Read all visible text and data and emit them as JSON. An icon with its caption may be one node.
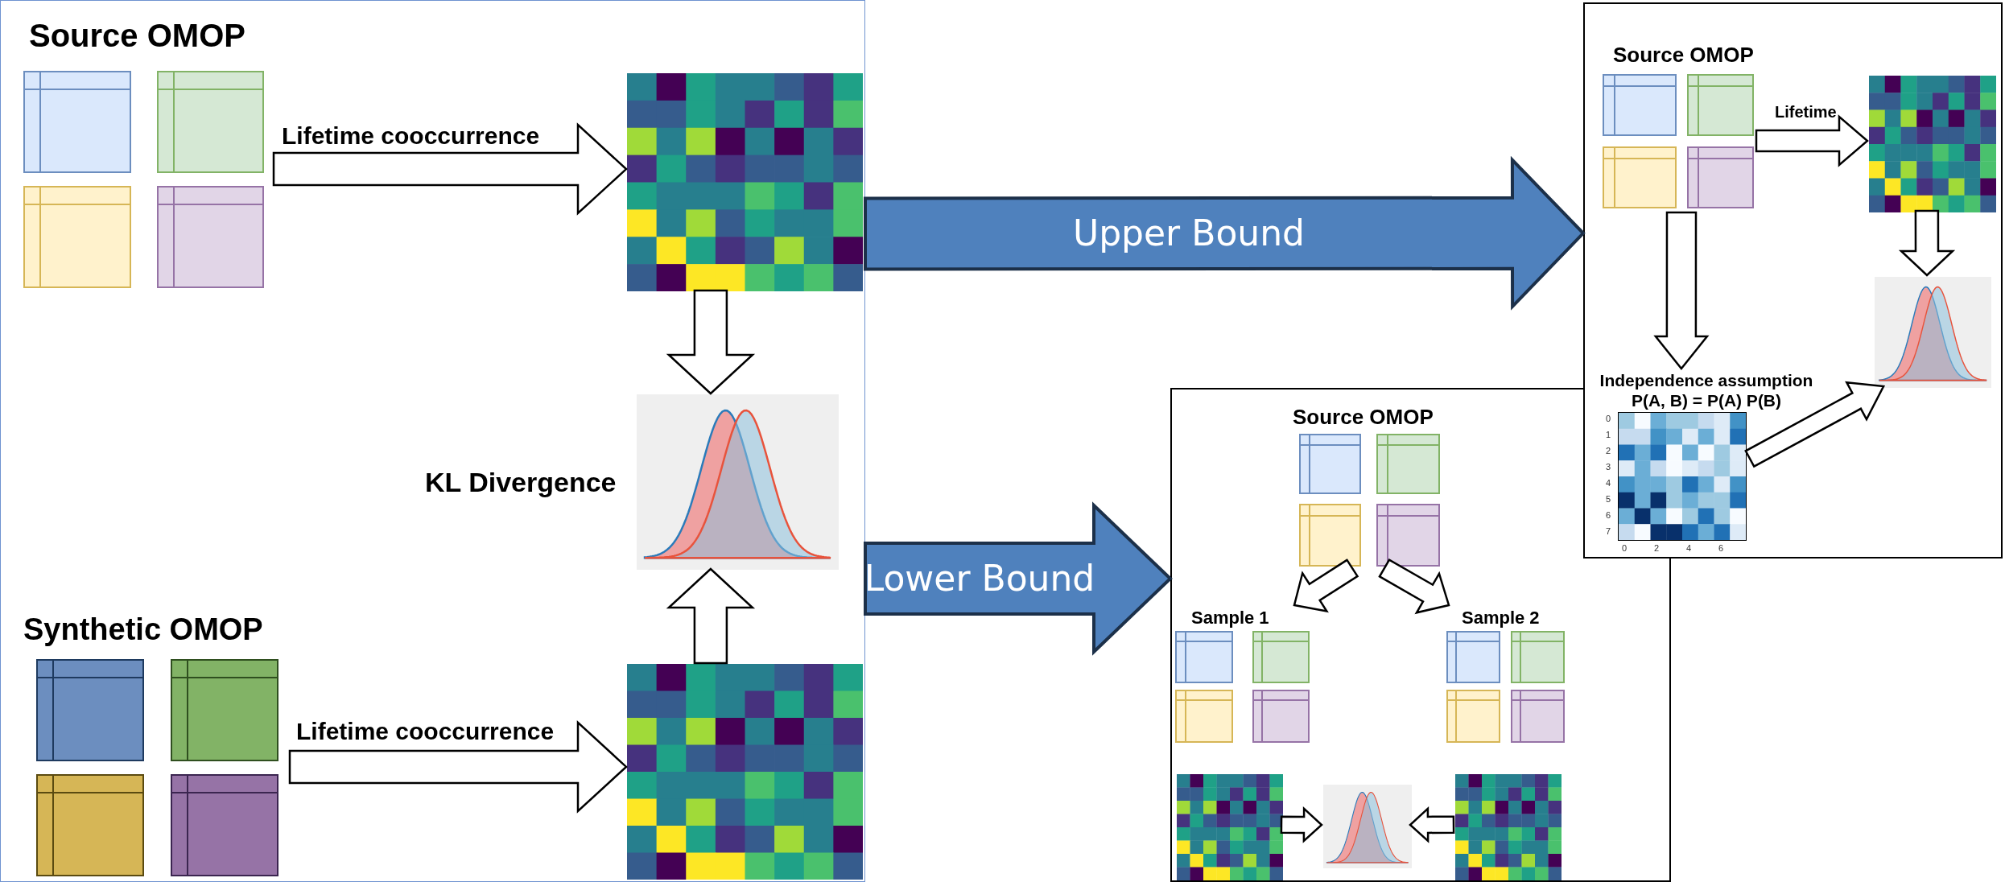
{
  "diagram": {
    "nodes": [
      {
        "text": [],
        "shape": "box"
      },
      {
        "text": [
          "Source OMOP"
        ],
        "in": 0
      },
      {
        "text": [],
        "shape": "picture",
        "in": 0
      },
      {
        "text": [],
        "shape": "picture",
        "in": 0,
        "beside": [
          "KL Divergence"
        ]
      },
      {
        "text": [
          "Synthetic OMOP"
        ],
        "in": 0
      },
      {
        "text": [],
        "shape": "picture",
        "in": 0
      },
      {
        "text": [],
        "shape": "box"
      },
      {
        "text": [
          "Source OMOP"
        ],
        "in": 6
      },
      {
        "text": [],
        "shape": "picture",
        "in": 6
      },
      {
        "text": [],
        "shape": "picture",
        "in": 6
      },
      {
        "text": [
          "Independence assumption",
          "P(A, B) = P(A) P(B)"
        ],
        "in": 6
      },
      {
        "text": [],
        "shape": "picture",
        "in": 6,
        "beside": [
          "0",
          "1",
          "2",
          "3",
          "4",
          "5",
          "6",
          "7",
          "0",
          "2",
          "4",
          "6"
        ]
      },
      {
        "text": [],
        "shape": "box"
      },
      {
        "text": [
          "Source OMOP"
        ],
        "in": 12
      },
      {
        "text": [
          "Sample 1"
        ],
        "in": 12
      },
      {
        "text": [
          "Sample 2"
        ],
        "in": 12
      },
      {
        "text": [],
        "shape": "picture",
        "in": 12
      },
      {
        "text": [],
        "shape": "picture",
        "in": 12
      },
      {
        "text": [],
        "shape": "picture",
        "in": 12
      }
    ],
    "edges": [
      {
        "from": 1,
        "to": 2,
        "arrow": "to",
        "label": "Lifetime cooccurrence"
      },
      {
        "from": 2,
        "to": 3,
        "arrow": "to"
      },
      {
        "from": 5,
        "to": 3,
        "arrow": "to"
      },
      {
        "from": 4,
        "to": 5,
        "arrow": "to",
        "label": "Lifetime cooccurrence"
      },
      {
        "from": 0,
        "to": 6,
        "arrow": "to",
        "label": "Upper Bound",
        "style": "thick",
        "color": "#4f81bd"
      },
      {
        "from": 0,
        "to": 12,
        "arrow": "to",
        "label": "Lower Bound",
        "style": "thick",
        "color": "#4f81bd"
      },
      {
        "from": 7,
        "to": 8,
        "arrow": "to",
        "label": "Lifetime"
      },
      {
        "from": 8,
        "to": 9,
        "arrow": "to"
      },
      {
        "from": 7,
        "to": 10,
        "arrow": "to"
      },
      {
        "from": 11,
        "to": 9,
        "arrow": "to"
      },
      {
        "from": 13,
        "to": 14,
        "arrow": "to"
      },
      {
        "from": 13,
        "to": 15,
        "arrow": "to"
      },
      {
        "from": 16,
        "to": 17,
        "arrow": "to"
      },
      {
        "from": 18,
        "to": 17,
        "arrow": "to"
      }
    ]
  }
}
